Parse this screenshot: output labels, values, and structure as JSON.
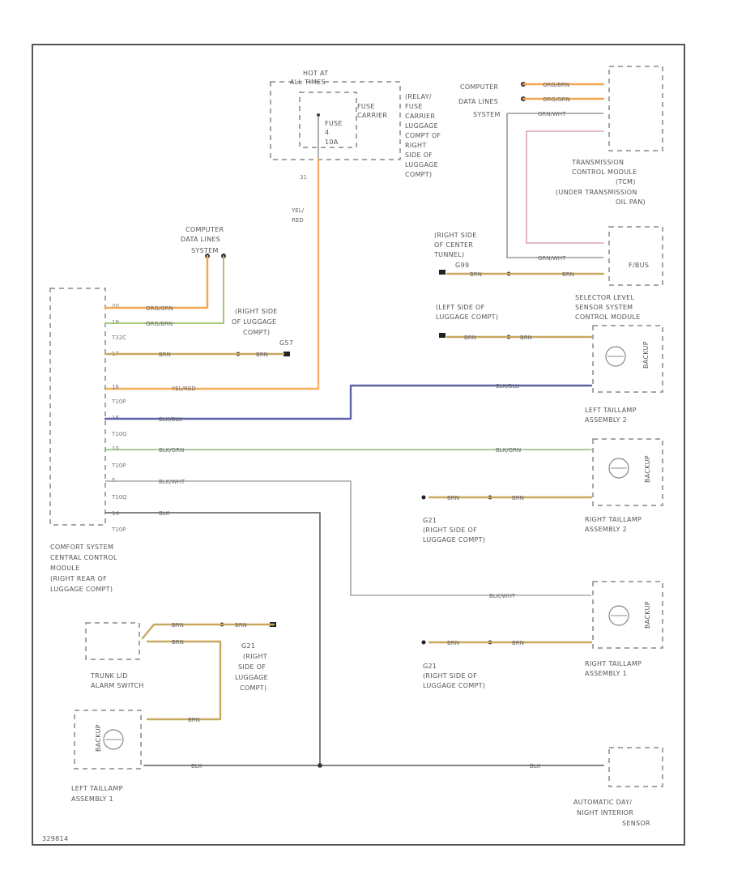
{
  "hot_at": {
    "line1": "HOT AT",
    "line2": "ALL TIMES"
  },
  "relay_carrier": {
    "fuse_carrier": [
      "FUSE",
      "CARRIER"
    ],
    "fuse": "FUSE",
    "fuse_num": "4",
    "fuse_amp": "10A",
    "lines": [
      "(RELAY/",
      "FUSE",
      "CARRIER",
      "LUGGAGE",
      "COMPT OF",
      "RIGHT",
      "SIDE OF",
      "LUGGAGE",
      "COMPT)"
    ]
  },
  "wire_labels": {
    "w_31": "31",
    "yel_red": [
      "YEL/",
      "RED"
    ],
    "org_grn": "ORG/GRN",
    "org_brn": "ORG/BRN",
    "grn_wht": "GRN/WHT",
    "brn": "BRN",
    "yel_red_h": "YEL/RED",
    "blk_blu": "BLK/BLU",
    "blk_grn": "BLK/GRN",
    "blk_wht": "BLK/WHT",
    "blk": "BLK"
  },
  "computer_data_top": [
    "COMPUTER",
    "DATA LINES",
    "SYSTEM"
  ],
  "computer_data_left": [
    "COMPUTER",
    "DATA LINES",
    "SYSTEM"
  ],
  "tcm": [
    "TRANSMISSION",
    "CONTROL MODULE",
    "(TCM)",
    "(UNDER TRANSMISSION",
    "OIL PAN)"
  ],
  "tunnel": [
    "(RIGHT SIDE",
    "OF CENTER",
    "TUNNEL)",
    "G99"
  ],
  "selector": [
    "SELECTOR LEVEL",
    "SENSOR SYSTEM",
    "CONTROL MODULE"
  ],
  "selector_box": "F/BUS",
  "luggage_right_gnd": [
    "(RIGHT SIDE",
    "OF LUGGAGE",
    "COMPT)",
    "G57"
  ],
  "luggage_left_gnd": [
    "(LEFT SIDE OF",
    "LUGGAGE COMPT)"
  ],
  "lamp_text": "BACKUP",
  "left_taillamp_2": [
    "LEFT TAILLAMP",
    "ASSEMBLY 2"
  ],
  "right_taillamp_2": [
    "RIGHT TAILLAMP",
    "ASSEMBLY 2"
  ],
  "right_taillamp_1": [
    "RIGHT TAILLAMP",
    "ASSEMBLY 1"
  ],
  "left_taillamp_1": [
    "LEFT TAILLAMP",
    "ASSEMBLY 1"
  ],
  "g21_a": [
    "G21",
    "(RIGHT SIDE OF",
    "LUGGAGE COMPT)"
  ],
  "g21_b": [
    "G21",
    "(RIGHT SIDE OF",
    "LUGGAGE COMPT)"
  ],
  "g21_c": [
    "G21",
    "(RIGHT",
    "SIDE OF",
    "LUGGAGE",
    "COMPT)"
  ],
  "comfort": [
    "COMFORT SYSTEM",
    "CENTRAL CONTROL",
    "MODULE",
    "(RIGHT REAR OF",
    "LUGGAGE COMPT)"
  ],
  "connectors": [
    "T32C",
    "T10P",
    "T10Q",
    "T10P",
    "T10Q",
    "T10P"
  ],
  "trunk_switch": [
    "TRUNK LID",
    "ALARM SWITCH"
  ],
  "auto_dimming": [
    "AUTOMATIC DAY/",
    "NIGHT INTERIOR",
    "SENSOR"
  ],
  "footer_code": "329814"
}
